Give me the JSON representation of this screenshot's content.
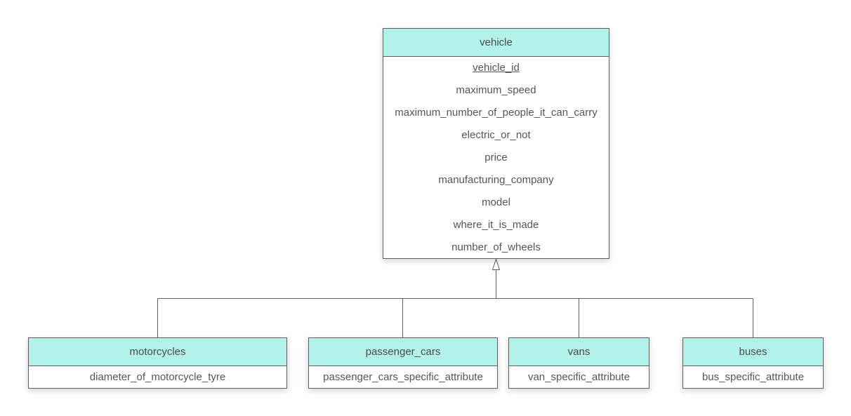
{
  "parent": {
    "name": "vehicle",
    "attributes": [
      "vehicle_id",
      "maximum_speed",
      "maximum_number_of_people_it_can_carry",
      "electric_or_not",
      "price",
      "manufacturing_company",
      "model",
      "where_it_is_made",
      "number_of_wheels"
    ],
    "primary_key": "vehicle_id"
  },
  "children": [
    {
      "name": "motorcycles",
      "attribute": "diameter_of_motorcycle_tyre"
    },
    {
      "name": "passenger_cars",
      "attribute": "passenger_cars_specific_attribute"
    },
    {
      "name": "vans",
      "attribute": "van_specific_attribute"
    },
    {
      "name": "buses",
      "attribute": "bus_specific_attribute"
    }
  ],
  "colors": {
    "header_fill": "#b3f2ea",
    "border": "#5f5f5f",
    "text": "#555555"
  }
}
